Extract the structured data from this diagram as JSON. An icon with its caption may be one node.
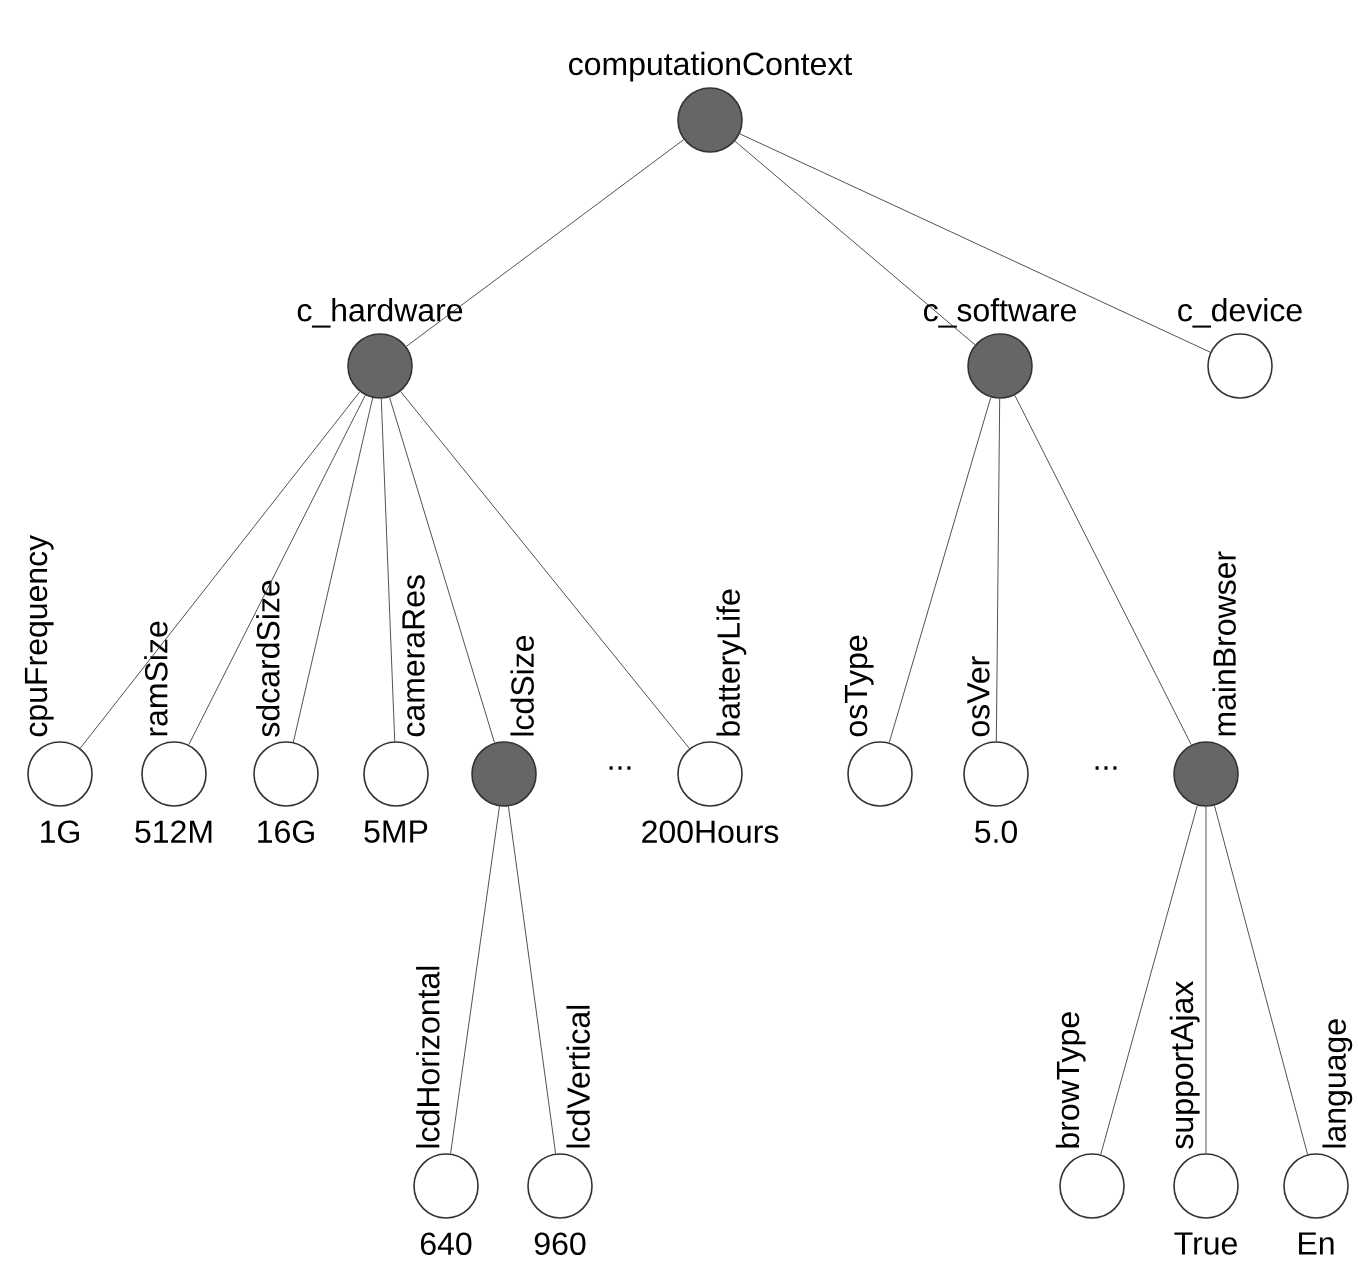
{
  "diagram": {
    "nodes": [
      {
        "text": [
          "computationContext"
        ]
      },
      {
        "text": [
          "c_hardware"
        ]
      },
      {
        "text": [
          "c_software"
        ]
      },
      {
        "text": [
          "c_device"
        ]
      },
      {
        "text": [
          "cpuFrequency"
        ],
        "beside": [
          "1G"
        ]
      },
      {
        "text": [
          "ramSize"
        ],
        "beside": [
          "512M"
        ]
      },
      {
        "text": [
          "sdcardSize"
        ],
        "beside": [
          "16G"
        ]
      },
      {
        "text": [
          "cameraRes"
        ],
        "beside": [
          "5MP"
        ]
      },
      {
        "text": [
          "lcdSize"
        ]
      },
      {
        "text": [
          "batteryLife"
        ],
        "beside": [
          "200Hours"
        ]
      },
      {
        "text": [
          "osType"
        ]
      },
      {
        "text": [
          "osVer"
        ],
        "beside": [
          "5.0"
        ]
      },
      {
        "text": [
          "mainBrowser"
        ]
      },
      {
        "text": [
          "lcdHorizontal"
        ],
        "beside": [
          "640"
        ]
      },
      {
        "text": [
          "lcdVertical"
        ],
        "beside": [
          "960"
        ]
      },
      {
        "text": [
          "browType"
        ]
      },
      {
        "text": [
          "supportAjax"
        ],
        "beside": [
          "True"
        ]
      },
      {
        "text": [
          "language"
        ],
        "beside": [
          "En"
        ]
      }
    ],
    "edges": [
      {
        "from": 0,
        "to": 1,
        "arrow": "none"
      },
      {
        "from": 0,
        "to": 2,
        "arrow": "none"
      },
      {
        "from": 0,
        "to": 3,
        "arrow": "none"
      },
      {
        "from": 1,
        "to": 4,
        "arrow": "none"
      },
      {
        "from": 1,
        "to": 5,
        "arrow": "none"
      },
      {
        "from": 1,
        "to": 6,
        "arrow": "none"
      },
      {
        "from": 1,
        "to": 7,
        "arrow": "none"
      },
      {
        "from": 1,
        "to": 8,
        "arrow": "none"
      },
      {
        "from": 1,
        "to": 9,
        "arrow": "none"
      },
      {
        "from": 2,
        "to": 10,
        "arrow": "none"
      },
      {
        "from": 2,
        "to": 11,
        "arrow": "none"
      },
      {
        "from": 2,
        "to": 12,
        "arrow": "none"
      },
      {
        "from": 8,
        "to": 13,
        "arrow": "none"
      },
      {
        "from": 8,
        "to": 14,
        "arrow": "none"
      },
      {
        "from": 12,
        "to": 15,
        "arrow": "none"
      },
      {
        "from": 12,
        "to": 16,
        "arrow": "none"
      },
      {
        "from": 12,
        "to": 17,
        "arrow": "none"
      }
    ],
    "labels": [
      "...",
      "..."
    ]
  }
}
